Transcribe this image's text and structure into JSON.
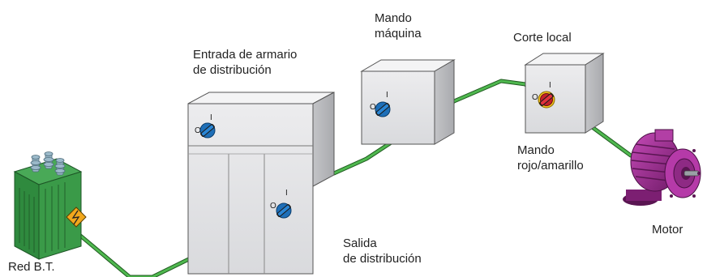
{
  "labels": {
    "red_bt": "Red B.T.",
    "entrada": [
      "Entrada de armario",
      "de distribución"
    ],
    "salida": [
      "Salida",
      "de distribución"
    ],
    "mando_maquina": [
      "Mando",
      "máquina"
    ],
    "corte_local": "Corte local",
    "mando_rojo": [
      "Mando",
      "rojo/amarillo"
    ],
    "motor": "Motor"
  },
  "switch_markings": {
    "off": "O",
    "on": "I"
  },
  "colors": {
    "cable": "#3c9a3c",
    "cable_dark": "#1f5a1f",
    "transformer": "#2e8b3c",
    "cabinet_front": "#e6e6e8",
    "cabinet_side": "#b9babd",
    "cabinet_top": "#f4f4f5",
    "knob_blue": "#1e6fb8",
    "knob_red": "#c4212b",
    "motor": "#a8309a",
    "warning": "#f2a81d"
  }
}
